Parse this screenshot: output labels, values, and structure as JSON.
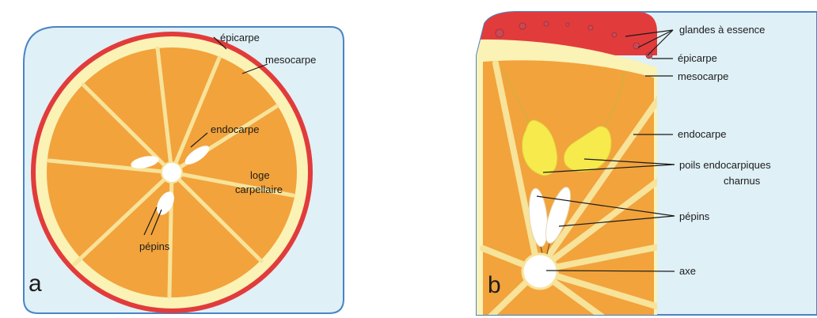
{
  "colors": {
    "panel_bg": "#dff0f6",
    "panel_border": "#4a84c4",
    "rind": "#e23b3b",
    "mesocarp": "#fbf2b6",
    "segment": "#f2a33c",
    "membrane": "#f7e39a",
    "seed": "#ffffff",
    "fleshy_hairs": "#f6ea4c",
    "oil_gland": "#d9535d"
  },
  "panel_a": {
    "letter": "a",
    "labels": {
      "epicarpe": "épicarpe",
      "mesocarpe": "mesocarpe",
      "endocarpe": "endocarpe",
      "loge_line1": "loge",
      "loge_line2": "carpellaire",
      "pepins": "pépins"
    }
  },
  "panel_b": {
    "letter": "b",
    "labels": {
      "glandes": "glandes à essence",
      "epicarpe": "épicarpe",
      "mesocarpe": "mesocarpe",
      "endocarpe": "endocarpe",
      "poils_line1": "poils endocarpiques",
      "poils_line2": "charnus",
      "pepins": "pépins",
      "axe": "axe"
    }
  }
}
